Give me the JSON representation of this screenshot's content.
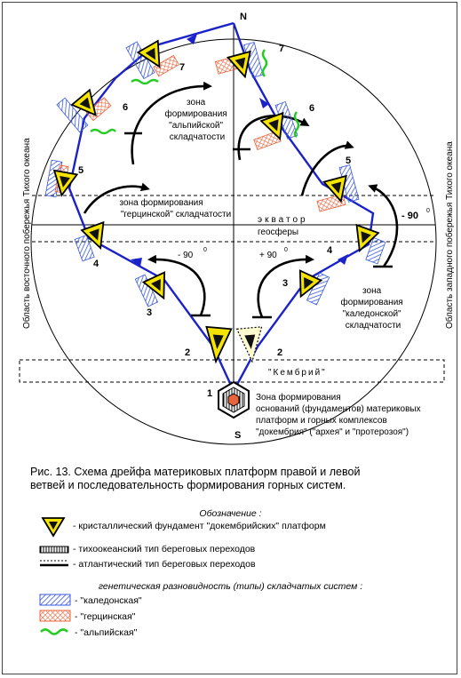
{
  "diagram": {
    "pole_north": "N",
    "pole_south": "S",
    "left_side_label": "Область восточного побережья Тихого океана",
    "right_side_label": "Область западного побережья Тихого океана",
    "equator_label_1": "экватор",
    "equator_label_2": "геосферы",
    "cambrian_label": "\"Кембрий\"",
    "angle_left_lower": "- 90",
    "angle_right_lower": "+ 90",
    "angle_right_upper": "- 90",
    "degree_mark": "0",
    "numbers": {
      "n1": "1",
      "n2": "2",
      "n3": "3",
      "n4": "4",
      "n5": "5",
      "n6": "6",
      "n7": "7"
    },
    "zone_alpine": [
      "зона",
      "формирования",
      "\"альпийской\"",
      "складчатости"
    ],
    "zone_hercynian": [
      "зона формирования",
      "\"герцинской\" складчатости"
    ],
    "zone_caledonian": [
      "зона",
      "формирования",
      "\"каледонской\"",
      "складчатости"
    ],
    "zone_foundation": [
      "Зона формирования",
      "оснований (фундаментов) материковых",
      "платформ и горных комплексов",
      "\"докембрия\" (\"архея\" и \"протерозоя\")"
    ]
  },
  "caption": {
    "line1": "Рис. 13. Схема дрейфа материковых платформ правой и левой",
    "line2": "ветвей и последовательность формирования горных систем."
  },
  "legend": {
    "title": "Обозначение :",
    "items": [
      "- кристаллический фундамент \"докембрийских\" платформ",
      "- тихоокеанский тип береговых переходов",
      "- атлантический тип береговых переходов"
    ],
    "genetic_title": "генетическая разновидность (типы) складчатых систем :",
    "genetic_items": [
      "- \"каледонская\"",
      "- \"герцинская\"",
      "- \"альпийская\""
    ]
  },
  "colors": {
    "platform_fill": "#f5e400",
    "path_blue": "#1a22c8",
    "caledonian_blue": "#3a5adc",
    "hercynian_orange": "#e8643c",
    "alpine_green": "#22cc22"
  }
}
